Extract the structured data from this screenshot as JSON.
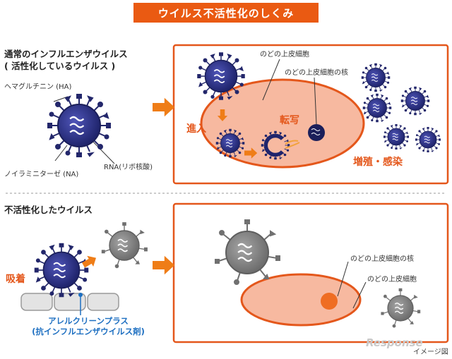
{
  "title": "ウイルス不活性化のしくみ",
  "top": {
    "heading": "通常のインフルエンザウイルス",
    "subheading": "( 活性化しているウイルス )",
    "labels": {
      "ha": "ヘマグルチニン (HA)",
      "na": "ノイラミニターゼ (NA)",
      "rna": "RNA(リボ核酸)",
      "cell": "のどの上皮細胞",
      "nucleus": "のどの上皮細胞の核",
      "entry": "進入",
      "transcription": "転写",
      "proliferation": "増殖・感染"
    }
  },
  "bottom": {
    "heading": "不活性化したウイルス",
    "labels": {
      "adsorption": "吸着",
      "product": "アレルクリーンプラス",
      "product_desc": "(抗インフルエンザウイルス剤)",
      "nucleus": "のどの上皮細胞の核",
      "cell": "のどの上皮細胞"
    }
  },
  "watermark": "Response",
  "note": "イメージ図",
  "colors": {
    "accent": "#ea5a12",
    "virus_active": "#2a2f86",
    "virus_inactive": "#8a8a8a",
    "cell_fill": "#f7b9a0",
    "product_text": "#1d6fc1"
  }
}
